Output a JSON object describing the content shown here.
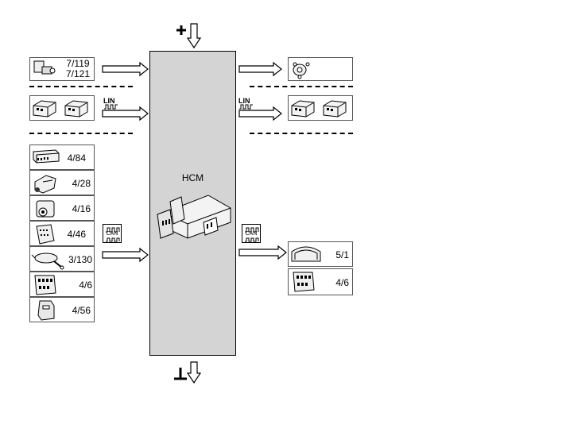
{
  "hcm": {
    "label": "HCM"
  },
  "power": {
    "plus": "+",
    "ground": "⊥"
  },
  "bus_labels": {
    "lin_left": "LIN",
    "lin_right": "LIN",
    "can_left": "CAN",
    "can_right": "CAN"
  },
  "inputs": {
    "sensor_box": {
      "line1": "7/119",
      "line2": "7/121"
    },
    "list": [
      {
        "label": "4/84"
      },
      {
        "label": "4/28"
      },
      {
        "label": "4/16"
      },
      {
        "label": "4/46"
      },
      {
        "label": "3/130"
      },
      {
        "label": "4/6"
      },
      {
        "label": "4/56"
      }
    ]
  },
  "outputs": {
    "list": [
      {
        "label": "5/1"
      },
      {
        "label": "4/6"
      }
    ]
  },
  "colors": {
    "hcm_fill": "#d4d4d4",
    "line": "#000000",
    "box_border": "#555555"
  }
}
